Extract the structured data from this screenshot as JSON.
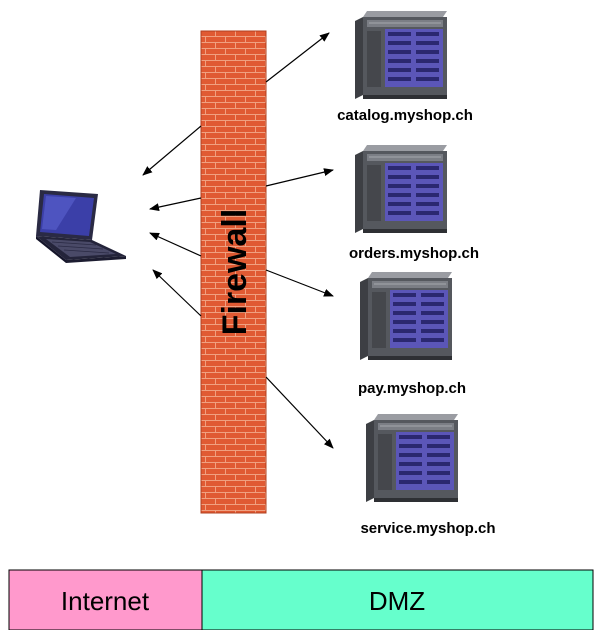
{
  "firewall": {
    "label": "Firewall",
    "brick_color": "#e05a33",
    "mortar_color": "#f0a080"
  },
  "servers": [
    {
      "label": "catalog.myshop.ch"
    },
    {
      "label": "orders.myshop.ch"
    },
    {
      "label": "pay.myshop.ch"
    },
    {
      "label": "service.myshop.ch"
    }
  ],
  "client": {
    "icon": "laptop-icon"
  },
  "zones": [
    {
      "label": "Internet",
      "color": "#ff99cc"
    },
    {
      "label": "DMZ",
      "color": "#66ffcc"
    }
  ],
  "colors": {
    "server_body": "#55585e",
    "server_front": "#5b56b8",
    "arrow": "#000000"
  }
}
